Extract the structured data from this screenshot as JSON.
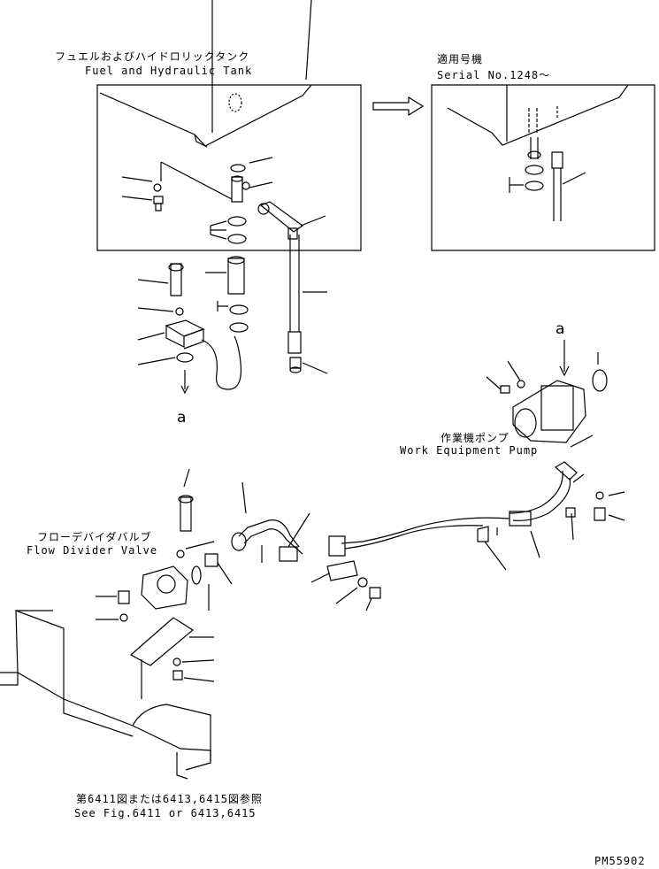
{
  "labels": {
    "tank_jp": "フュエルおよびハイドロリックタンク",
    "tank_en": "Fuel and Hydraulic Tank",
    "serial_jp": "適用号機",
    "serial_en": "Serial No.1248〜",
    "pump_jp": "作業機ポンプ",
    "pump_en": "Work Equipment Pump",
    "valve_jp": "フローデバイダバルブ",
    "valve_en": "Flow Divider Valve",
    "ref_jp": "第6411図または6413,6415図参照",
    "ref_en": "See Fig.6411 or 6413,6415",
    "a_top": "a",
    "a_bottom": "a",
    "drawing_no": "PM55902"
  }
}
